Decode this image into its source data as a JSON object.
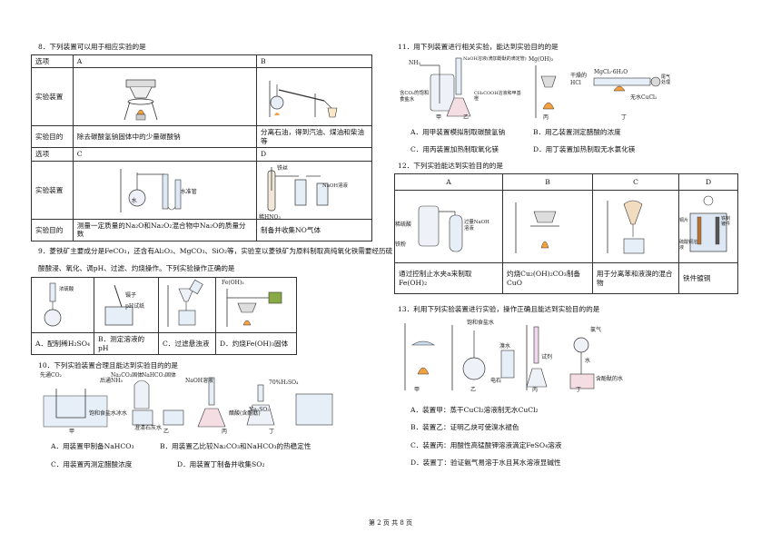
{
  "q8": {
    "title": "8．下列装置可以用于相应实验的是",
    "hdr_option": "选项",
    "A": "A",
    "B": "B",
    "C": "C",
    "D": "D",
    "row_device": "实验装置",
    "row_purpose": "实验目的",
    "purposeA": "除去碳酸氢钠固体中的少量碳酸钠",
    "purposeB": "分离石油，得到汽油、煤油和柴油等",
    "purposeC": "测量一定质量的Na₂O和Na₂O₂混合物中Na₂O的质量分数",
    "purposeD": "制备并收集NO气体",
    "figC_labels": [
      "水",
      "水准管"
    ],
    "figD_labels": [
      "铁丝",
      "稀HNO₃",
      "NaOH溶液"
    ]
  },
  "q9": {
    "line1": "9．菱铁矿主要成分是FeCO₃，还含有Al₂O₃、MgCO₃、SiO₂等，实验室以菱铁矿为原料制取高纯氧化铁需要经历硫",
    "line2": "酸酸浸、氧化、调pH、过滤、灼烧操作。下列实验操作正确的是",
    "labels": [
      "浓硫酸",
      "镊子",
      "pH试纸",
      "Fe(OH)₃"
    ],
    "options": [
      "A．配制稀H₂SO₄",
      "B．测定溶液的pH",
      "C．过滤悬浊液",
      "D．灼烧Fe(OH)₃固体"
    ]
  },
  "q10": {
    "title": "10．下列实验装置合理且能达到实验目的的是",
    "labels": [
      "先通CO₂",
      "后通NH₃",
      "饱和食盐水冰水",
      "Na₂CO₃固体",
      "NaHCO₃固体",
      "澄清石灰水",
      "NaOH溶液",
      "醋酸(含酚酞)",
      "70%H₂SO₄",
      "Na₂SO₃",
      "甲",
      "乙",
      "丙",
      "丁"
    ],
    "optA": "A．用装置甲制备NaHCO₃",
    "optB": "B．用装置乙比较Na₂CO₃和NaHCO₃的热稳定性",
    "optC": "C．用装置丙测定醋酸浓度",
    "optD": "D．用装置丁制备并收集SO₂"
  },
  "q11": {
    "title": "11．用下列装置进行相关实验，能达到实验目的的是",
    "labels": [
      "NH₃",
      "NaOH溶液(滴加酚酞的滴定管)",
      "CH₃COOH溶液和甲基橙",
      "Mg(OH)₂",
      "干燥的HCl",
      "MgCl₂·6H₂O",
      "尾气处理",
      "无水CuCl₂",
      "含CO₂的饱和食盐水",
      "甲",
      "乙",
      "丙",
      "丁"
    ],
    "optA": "A．用甲装置模拟制取碳酸氢钠",
    "optB": "B．用乙装置测定醋酸的浓度",
    "optC": "C．用丙装置加热制取氧化镁",
    "optD": "D．用丁装置加热制取无水氯化镁"
  },
  "q12": {
    "title": "12．下列实验能达到实验目的的是",
    "A": "A",
    "B": "B",
    "C": "C",
    "D": "D",
    "descA": "通过控制止水夹a来制取Fe(OH)₂",
    "descB1": "灼烧Cu₂(OH)₂CO₃制备",
    "descB2": "CuO",
    "descC1": "用于分离苯和液溴的混合",
    "descC2": "物",
    "descD": "铁件镀铜",
    "labels": [
      "稀硫酸",
      "铁粉",
      "过量NaOH溶液",
      "铜片",
      "铁制镀件",
      "硫酸铜溶液"
    ]
  },
  "q13": {
    "title": "13．利用下列实验装置进行实验，操作正确且能达到实验目的的是",
    "labels": [
      "饱和食盐水",
      "电石",
      "溴水",
      "氯气",
      "水",
      "含酚酞的水",
      "试剂",
      "甲",
      "乙",
      "丙",
      "丁"
    ],
    "optA": "A．装置甲：蒸干CuCl₂溶液制无水CuCl₂",
    "optB": "B．装置乙：证明乙炔可使溴水褪色",
    "optC": "C．装置丙：用酸性高锰酸钾溶液滴定FeSO₄溶液",
    "optD": "D．装置丁：验证氨气易溶于水且其水溶液显碱性"
  },
  "footer": "第 2 页 共 8 页"
}
